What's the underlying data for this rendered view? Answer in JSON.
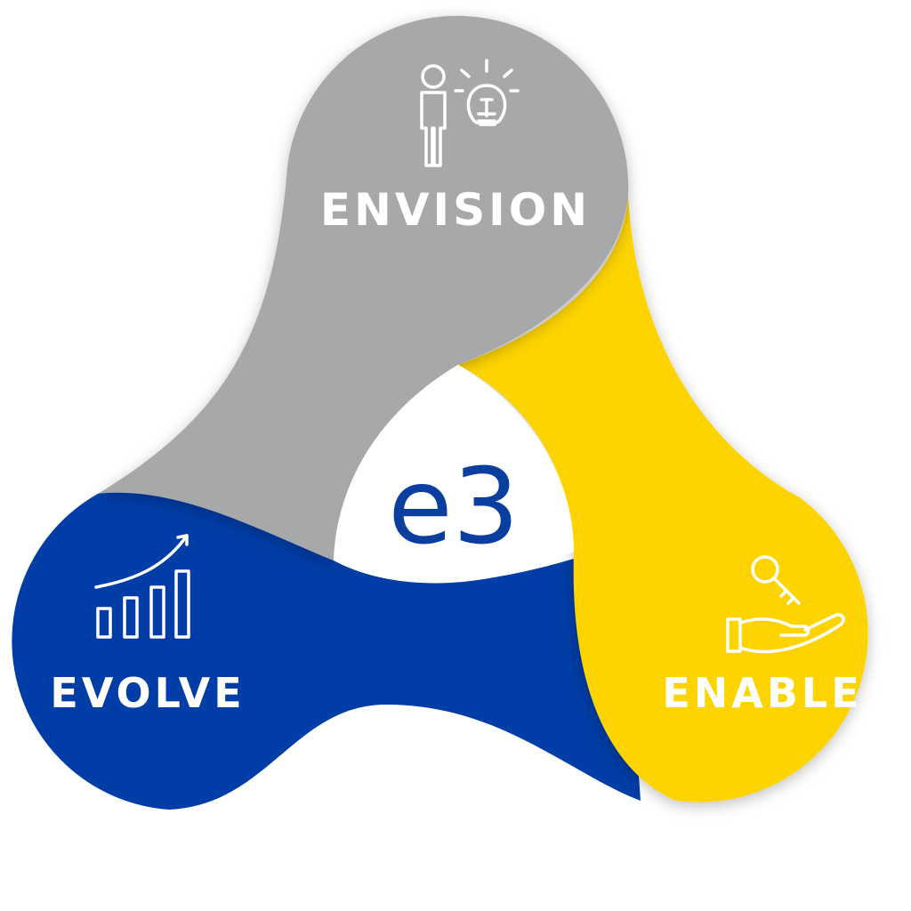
{
  "center": {
    "label": "e3"
  },
  "lobes": [
    {
      "id": "envision",
      "label": "ENVISION",
      "icon": "person-lightbulb-icon",
      "color": "#a7a8aa"
    },
    {
      "id": "enable",
      "label": "ENABLE",
      "icon": "hand-key-icon",
      "color": "#fdd400"
    },
    {
      "id": "evolve",
      "label": "EVOLVE",
      "icon": "growth-chart-icon",
      "color": "#003da6"
    }
  ],
  "colors": {
    "center_text": "#0a3fa0",
    "background": "#ffffff"
  }
}
